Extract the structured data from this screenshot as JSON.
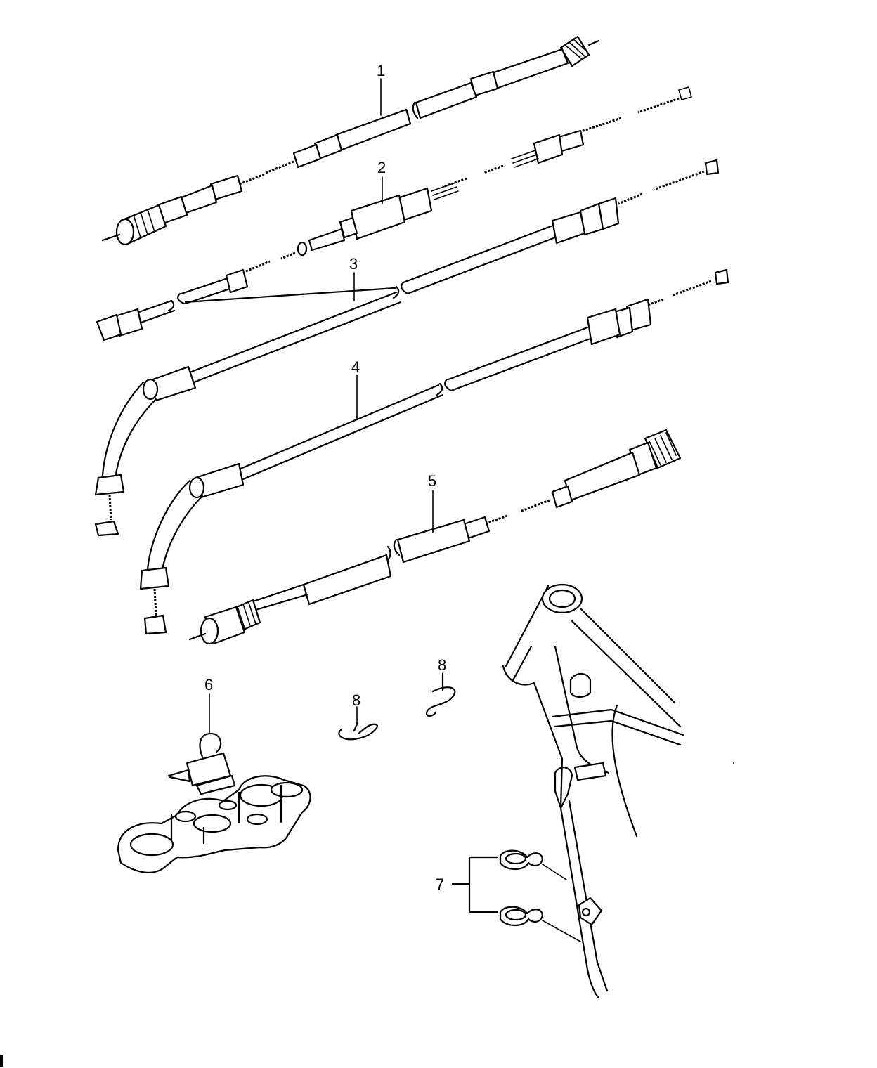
{
  "callouts": [
    {
      "id": "c1",
      "text": "1"
    },
    {
      "id": "c2",
      "text": "2"
    },
    {
      "id": "c3",
      "text": "3"
    },
    {
      "id": "c4",
      "text": "4"
    },
    {
      "id": "c5",
      "text": "5"
    },
    {
      "id": "c6",
      "text": "6"
    },
    {
      "id": "c7",
      "text": "7"
    },
    {
      "id": "c8a",
      "text": "8"
    },
    {
      "id": "c8b",
      "text": "8"
    }
  ]
}
